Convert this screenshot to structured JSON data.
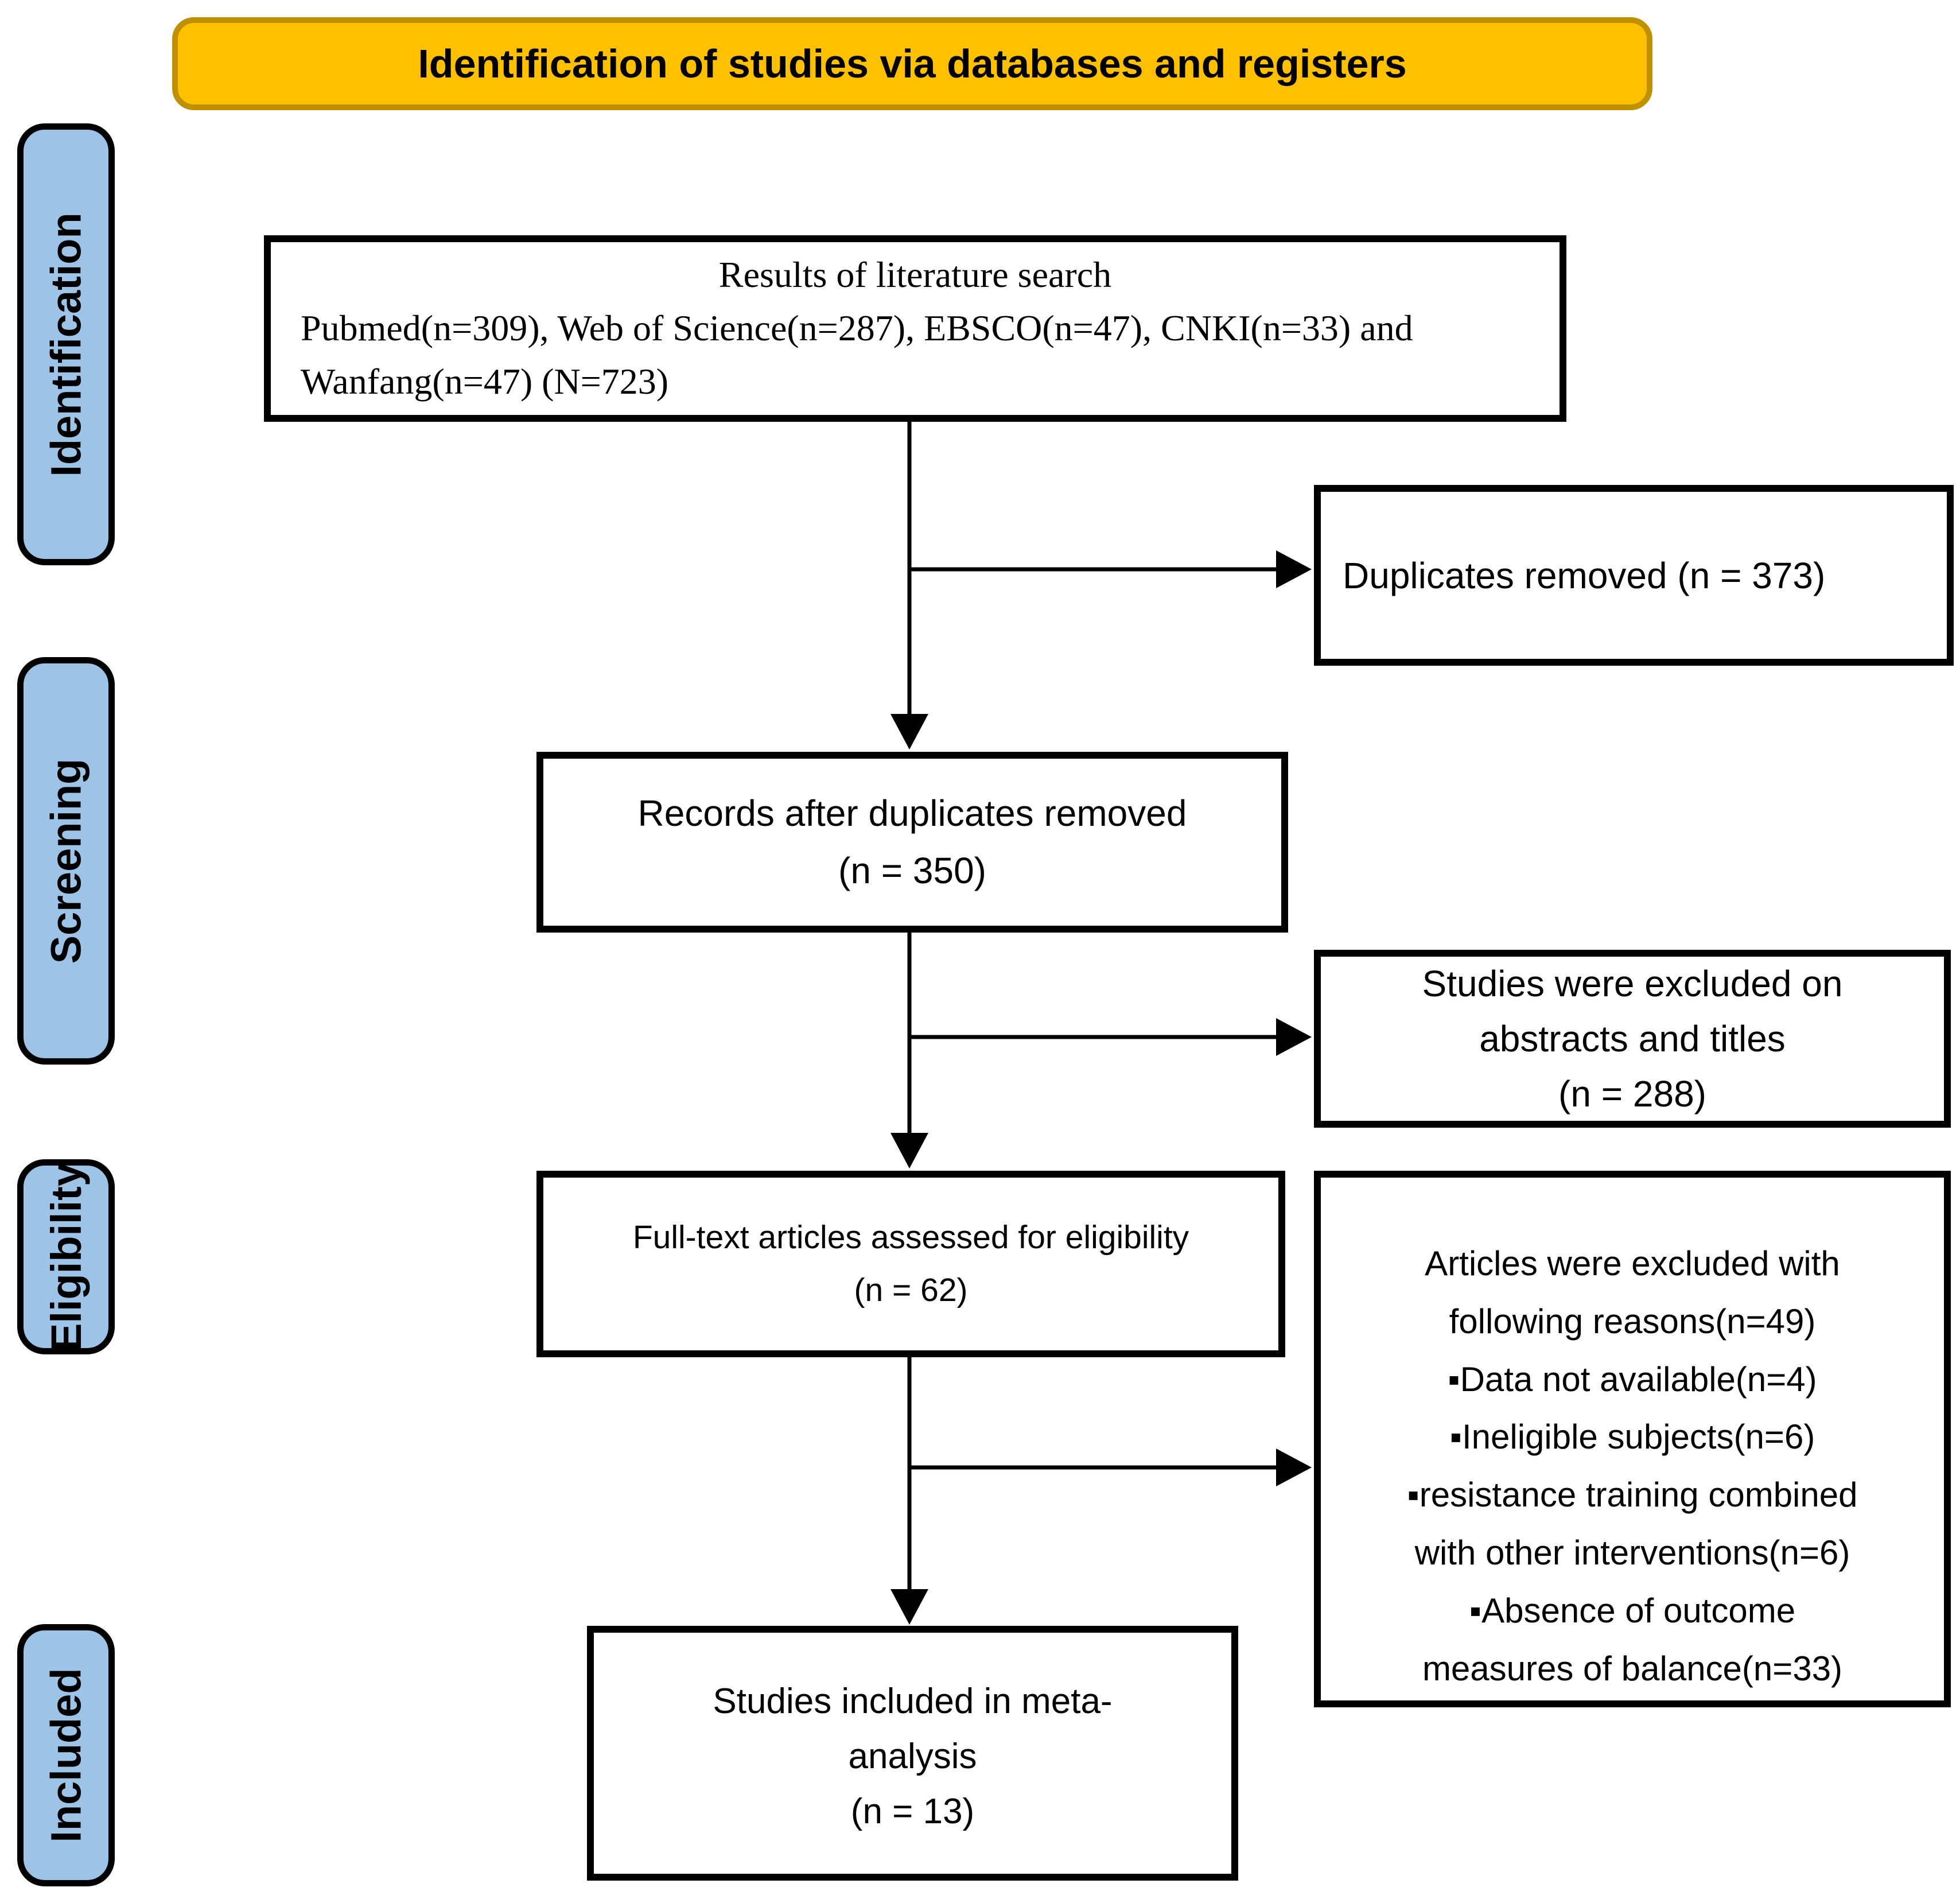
{
  "banner": {
    "title": "Identification of studies via databases and registers"
  },
  "stages": {
    "identification": "Identification",
    "screening": "Screening",
    "eligibility": "Eligibility",
    "included": "Included"
  },
  "boxes": {
    "results": {
      "line1": "Results of literature search",
      "line2": "Pubmed(n=309), Web of Science(n=287), EBSCO(n=47), CNKI(n=33) and",
      "line3": "Wanfang(n=47) (N=723)"
    },
    "duplicates_removed": {
      "line1": "Duplicates removed (n = 373)"
    },
    "records_after_duplicates": {
      "line1": "Records after duplicates removed",
      "line2": "(n = 350)"
    },
    "excluded_abstracts": {
      "line1": "Studies were excluded on",
      "line2": "abstracts and titles",
      "line3": "(n = 288)"
    },
    "fulltext_assessed": {
      "line1": "Full-text articles assessed for eligibility",
      "line2": "(n = 62)"
    },
    "exclusion_reasons": {
      "line1": "Articles were excluded with",
      "line2": "following reasons(n=49)",
      "line3": "▪Data not available(n=4)",
      "line4": "▪Ineligible subjects(n=6)",
      "line5": "▪resistance training combined",
      "line6": "with other interventions(n=6)",
      "line7": "▪Absence of outcome",
      "line8": "measures of balance(n=33)"
    },
    "included_meta": {
      "line1": "Studies included in meta-",
      "line2": "analysis",
      "line3": "(n = 13)"
    }
  },
  "colors": {
    "banner_fill": "#FFC000",
    "banner_border": "#BF9000",
    "stage_fill": "#9DC3E6",
    "stage_border": "#000000",
    "box_border": "#000000",
    "arrow": "#000000"
  }
}
